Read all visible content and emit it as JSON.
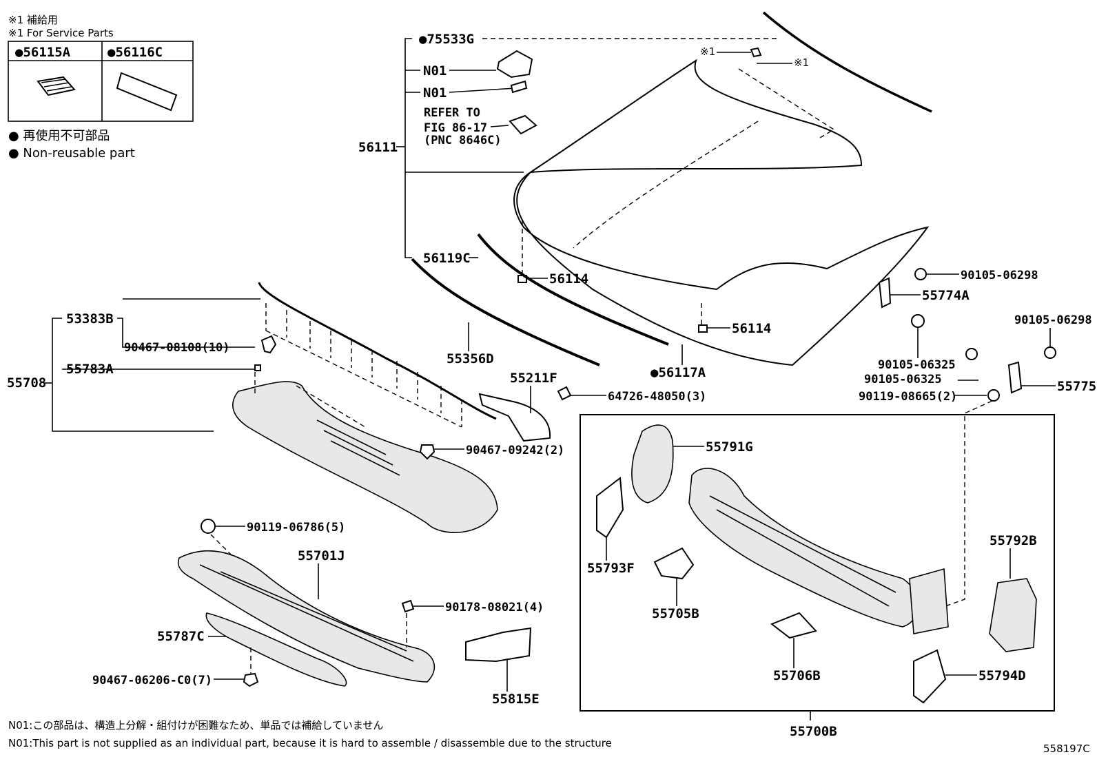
{
  "service_note": {
    "line_jp": "※1 補給用",
    "line_en": "※1 For Service Parts",
    "col1": "●56115A",
    "col2": "●56116C"
  },
  "legend": {
    "jp": "● 再使用不可部品",
    "en": "● Non-reusable part"
  },
  "labels": {
    "p75533G": "●75533G",
    "n01a": "N01",
    "n01b": "N01",
    "refer1": "REFER TO",
    "refer2": "FIG 86-17",
    "refer3": "(PNC 8646C)",
    "p56111": "56111",
    "p56119C": "56119C",
    "p56114a": "56114",
    "p56114b": "56114",
    "p56117A": "●56117A",
    "star1a": "※1",
    "star1b": "※1",
    "p53383B": "53383B",
    "p55708": "55708",
    "p90467_08108": "90467-08108(10)",
    "p55783A": "55783A",
    "p55356D": "55356D",
    "p55211F": "55211F",
    "p64726": "64726-48050(3)",
    "p90467_09242": "90467-09242(2)",
    "p90119_06786": "90119-06786(5)",
    "p55701J": "55701J",
    "p90178": "90178-08021(4)",
    "p55787C": "55787C",
    "p90467_06206": "90467-06206-C0(7)",
    "p55815E": "55815E",
    "p90105_06298a": "90105-06298",
    "p55774A": "55774A",
    "p90105_06298b": "90105-06298",
    "p90105_06325a": "90105-06325",
    "p90105_06325b": "90105-06325",
    "p55775": "55775",
    "p90119_08665": "90119-08665(2)",
    "p55791G": "55791G",
    "p55793F": "55793F",
    "p55705B": "55705B",
    "p55706B": "55706B",
    "p55792B": "55792B",
    "p55794D": "55794D",
    "p55700B": "55700B"
  },
  "footer": {
    "jp": "N01:この部品は、構造上分解・組付けが困難なため、単品では補給していません",
    "en": "N01:This part is not supplied as an individual part, because it is hard to assemble / disassemble due to the structure",
    "figure_id": "558197C"
  }
}
